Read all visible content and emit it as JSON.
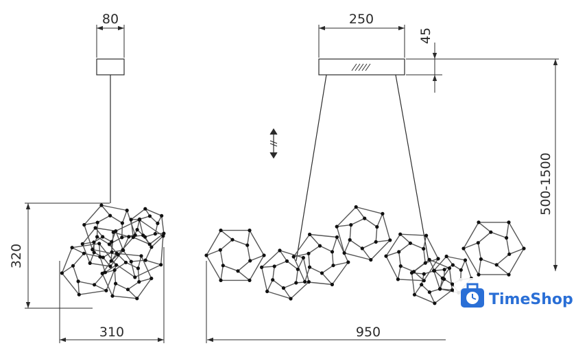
{
  "dimensions": {
    "side_canopy_width": "80",
    "front_canopy_width": "250",
    "canopy_height": "45",
    "suspension_length": "500-1500",
    "side_height": "320",
    "side_width": "310",
    "front_width": "950"
  },
  "watermark": {
    "brand": "TimeShop",
    "icon": "suitcase-clock-icon",
    "color": "#2a6fd6"
  },
  "colors": {
    "line": "#2b2b2b",
    "frame": "#555555",
    "joint": "#111111"
  }
}
